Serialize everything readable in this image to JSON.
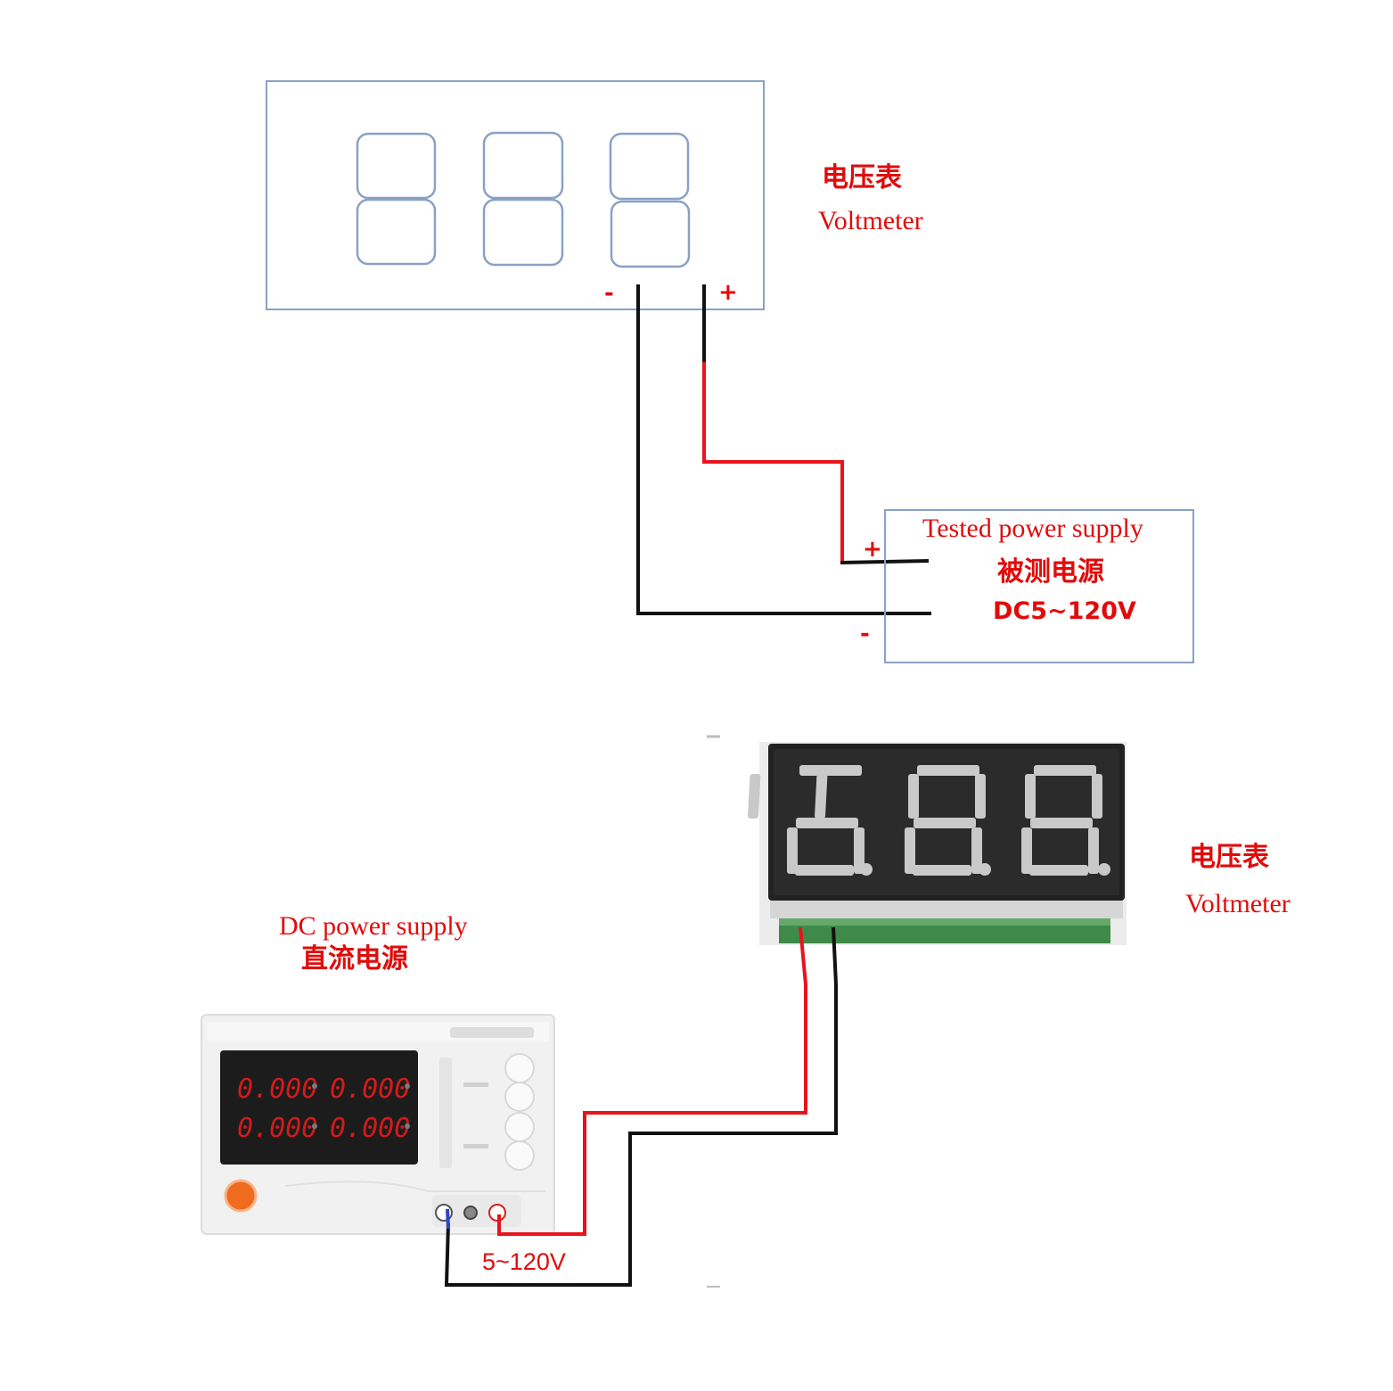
{
  "top_diagram": {
    "voltmeter_label_cn": "电压表",
    "voltmeter_label_en": "Voltmeter",
    "voltmeter_minus": "-",
    "voltmeter_plus": "+",
    "supply_label_en": "Tested power supply",
    "supply_label_cn": "被测电源",
    "supply_range": "DC5~120V",
    "supply_plus": "+",
    "supply_minus": "-"
  },
  "bottom_diagram": {
    "voltmeter_label_cn": "电压表",
    "voltmeter_label_en": "Voltmeter",
    "psu_label_en": "DC power supply",
    "psu_label_cn": "直流电源",
    "psu_readouts": [
      "0.000",
      "0.000",
      "0.000",
      "0.000"
    ],
    "output_range": "5~120V"
  },
  "colors": {
    "label_red": "#e10b0b",
    "wire_red": "#e8141c",
    "wire_black": "#111111",
    "outline_blue": "#8aa1c4",
    "led_off": "#c9c9c9"
  }
}
